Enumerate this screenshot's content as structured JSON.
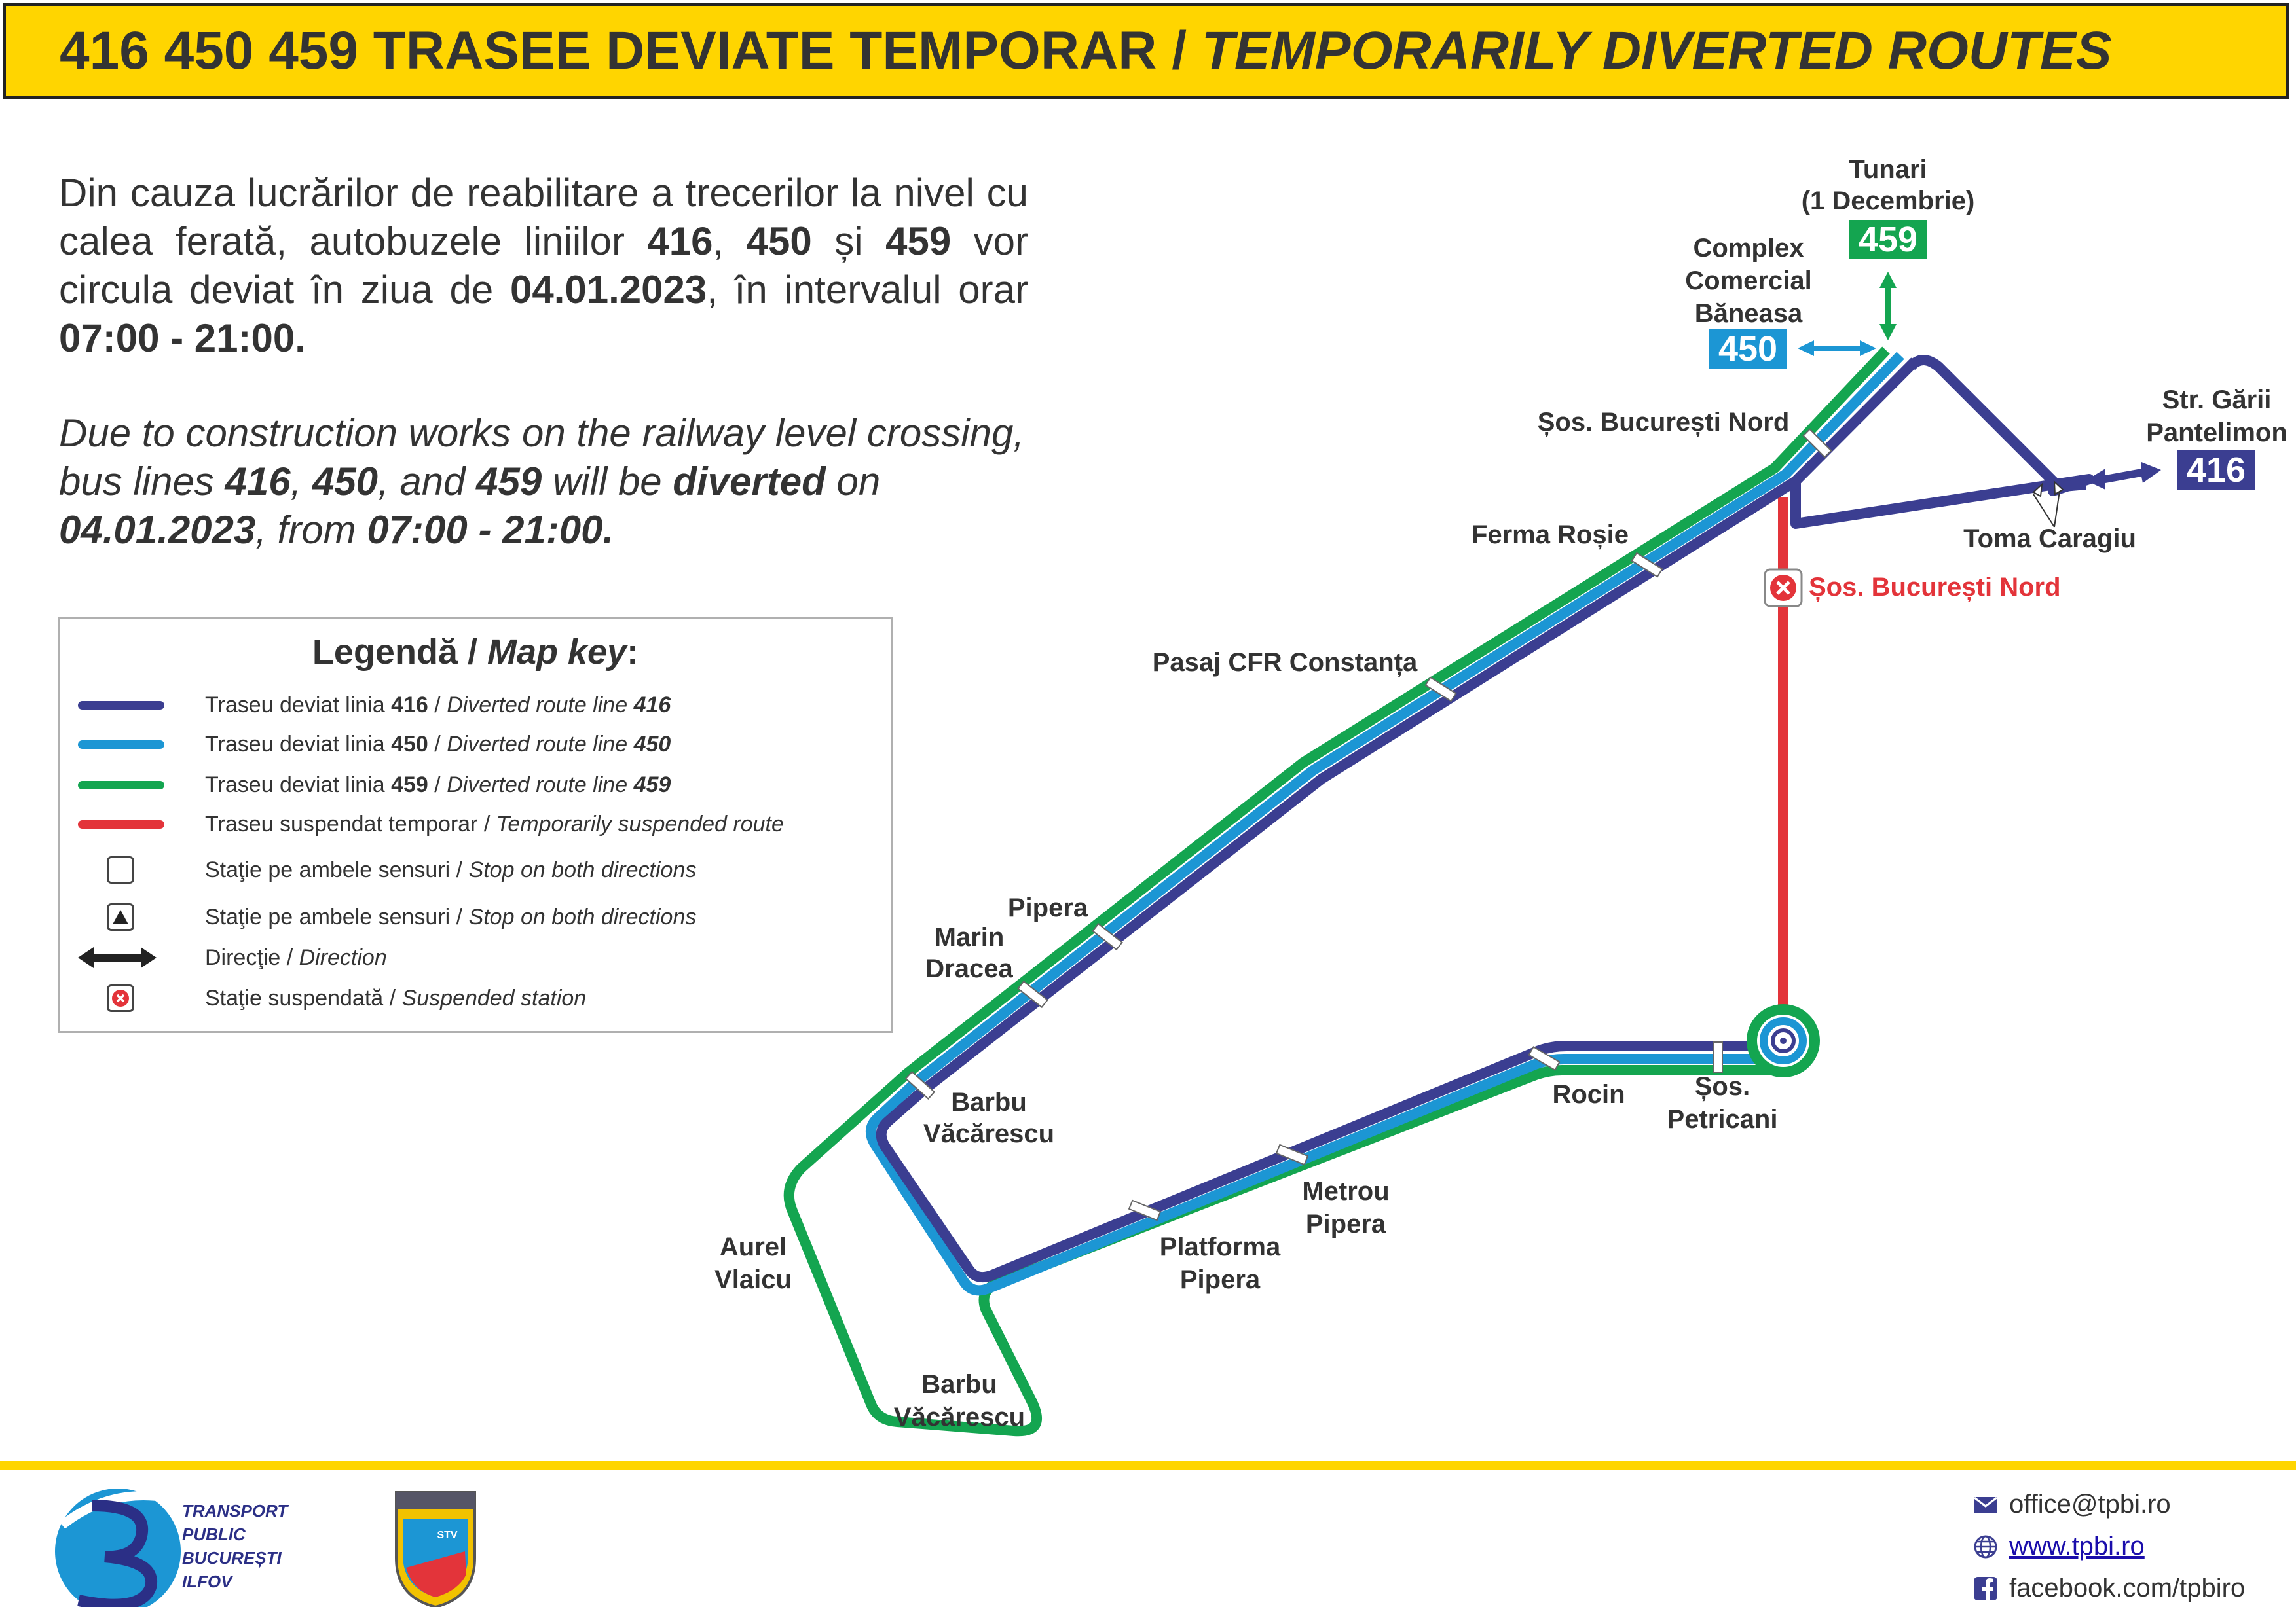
{
  "header": {
    "title_ro": "416 450 459 TRASEE DEVIATE TEMPORAR /",
    "title_en": "TEMPORARILY DIVERTED ROUTES"
  },
  "intro_ro": {
    "t1": "Din cauza lucrărilor de reabilitare a trecerilor la nivel cu calea ferată, autobuzele liniilor ",
    "l416": "416",
    "c1": ", ",
    "l450": "450",
    "and": " și ",
    "l459": "459",
    "t2": " vor circula deviat în ziua de ",
    "date": "04.01.2023",
    "t3": ", în intervalul orar ",
    "time": "07:00 - 21:00."
  },
  "intro_en": {
    "t1": "Due to construction works on the railway level crossing, bus lines ",
    "l416": "416",
    "c1": ", ",
    "l450": "450",
    "and": ", and ",
    "l459": "459",
    "t2": " will be ",
    "diverted": "diverted",
    "t3": " on ",
    "date": "04.01.2023",
    "t4": ", from ",
    "time": "07:00 - 21:00."
  },
  "legend": {
    "title_ro": "Legendă /",
    "title_en": "Map key",
    "colon": ":",
    "items": [
      {
        "ro": "Traseu deviat linia ",
        "num": "416",
        "sep": " / ",
        "en": "Diverted route line ",
        "num_en": "416"
      },
      {
        "ro": "Traseu deviat linia ",
        "num": "450",
        "sep": " / ",
        "en": "Diverted route line ",
        "num_en": "450"
      },
      {
        "ro": "Traseu deviat linia ",
        "num": "459",
        "sep": " / ",
        "en": "Diverted route line ",
        "num_en": "459"
      },
      {
        "ro": "Traseu suspendat temporar",
        "sep": " / ",
        "en": "Temporarily suspended route"
      },
      {
        "ro": "Staţie pe ambele sensuri",
        "sep": " / ",
        "en": "Stop on both directions"
      },
      {
        "ro": "Staţie pe ambele sensuri",
        "sep": " / ",
        "en": "Stop on both directions"
      },
      {
        "ro": "Direcţie",
        "sep": " / ",
        "en": "Direction"
      },
      {
        "ro": "Staţie suspendată",
        "sep": " / ",
        "en": "Suspended station"
      }
    ]
  },
  "colors": {
    "line_416": "#3B3E91",
    "line_450": "#1C96D4",
    "line_459": "#14A550",
    "suspended": "#E3343A",
    "banner": "#FFD500"
  },
  "icons": [
    "stop-box-icon",
    "stop-triangle-icon",
    "direction-arrow-icon",
    "suspended-station-icon",
    "email-icon",
    "globe-icon",
    "facebook-icon",
    "tpbi-logo",
    "stv-crest"
  ],
  "map": {
    "labels": {
      "tunari_1": "Tunari",
      "tunari_2": "(1 Decembrie)",
      "complex_1": "Complex",
      "complex_2": "Comercial",
      "complex_3": "Băneasa",
      "str_garii_1": "Str. Gării",
      "str_garii_2": "Pantelimon",
      "sos_buc_nord": "Șos. București Nord",
      "toma_caragiu": "Toma Caragiu",
      "sos_buc_nord_susp": "Șos. București Nord",
      "ferma_rosie": "Ferma Roșie",
      "pasaj_cfr": "Pasaj CFR Constanța",
      "pipera": "Pipera",
      "marin_1": "Marin",
      "marin_2": "Dracea",
      "barbu1_1": "Barbu",
      "barbu1_2": "Văcărescu",
      "aurel_1": "Aurel",
      "aurel_2": "Vlaicu",
      "barbu2_1": "Barbu",
      "barbu2_2": "Văcărescu",
      "platforma_1": "Platforma",
      "platforma_2": "Pipera",
      "metrou_1": "Metrou",
      "metrou_2": "Pipera",
      "rocin": "Rocin",
      "petricani_1": "Șos.",
      "petricani_2": "Petricani"
    },
    "badges": {
      "b459": "459",
      "b450": "450",
      "b416": "416"
    }
  },
  "footer": {
    "tpbi_1": "TRANSPORT",
    "tpbi_2": "PUBLIC",
    "tpbi_3": "BUCUREȘTI",
    "tpbi_4": "ILFOV",
    "stv": "STV",
    "email": "office@tpbi.ro",
    "web": "www.tpbi.ro",
    "facebook": "facebook.com/tpbiro"
  }
}
